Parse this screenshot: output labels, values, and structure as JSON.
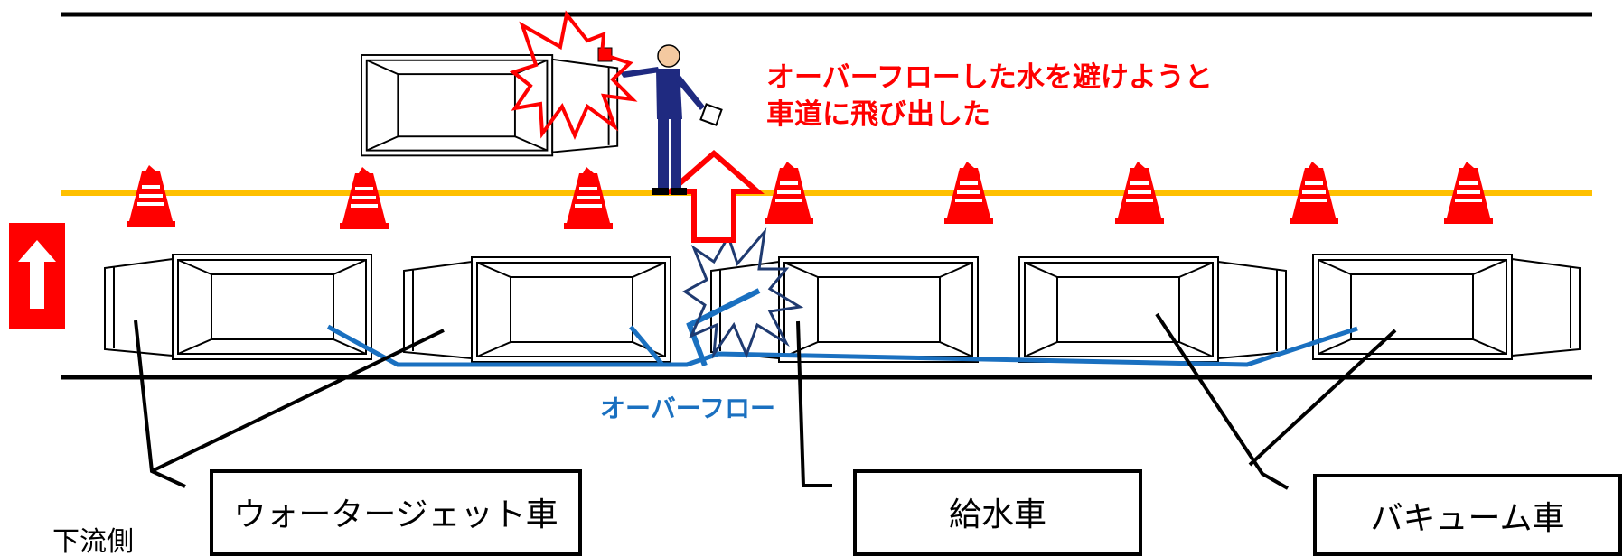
{
  "callout": {
    "line1": "オーバーフローした水を避けようと",
    "line2": "車道に飛び出した",
    "color": "#ff0000"
  },
  "overflow_label": {
    "text": "オーバーフロー",
    "color": "#1a70c0"
  },
  "vehicle_labels": {
    "waterjet": "ウォータージェット車",
    "water_supply": "給水車",
    "vacuum": "バキューム車"
  },
  "downstream_label": "下流側",
  "colors": {
    "lane_line": "#ffc000",
    "cone": "#ff0000",
    "hose": "#1a70c0",
    "worker": "#1f2a80",
    "arrow": "#ff0000",
    "splash_dark": "#1f3a70"
  },
  "icons": {
    "direction_arrow": "arrow-up-icon",
    "cone": "traffic-cone-icon",
    "worker": "worker-icon",
    "collision": "collision-burst-icon",
    "overflow_burst": "splash-burst-icon"
  }
}
